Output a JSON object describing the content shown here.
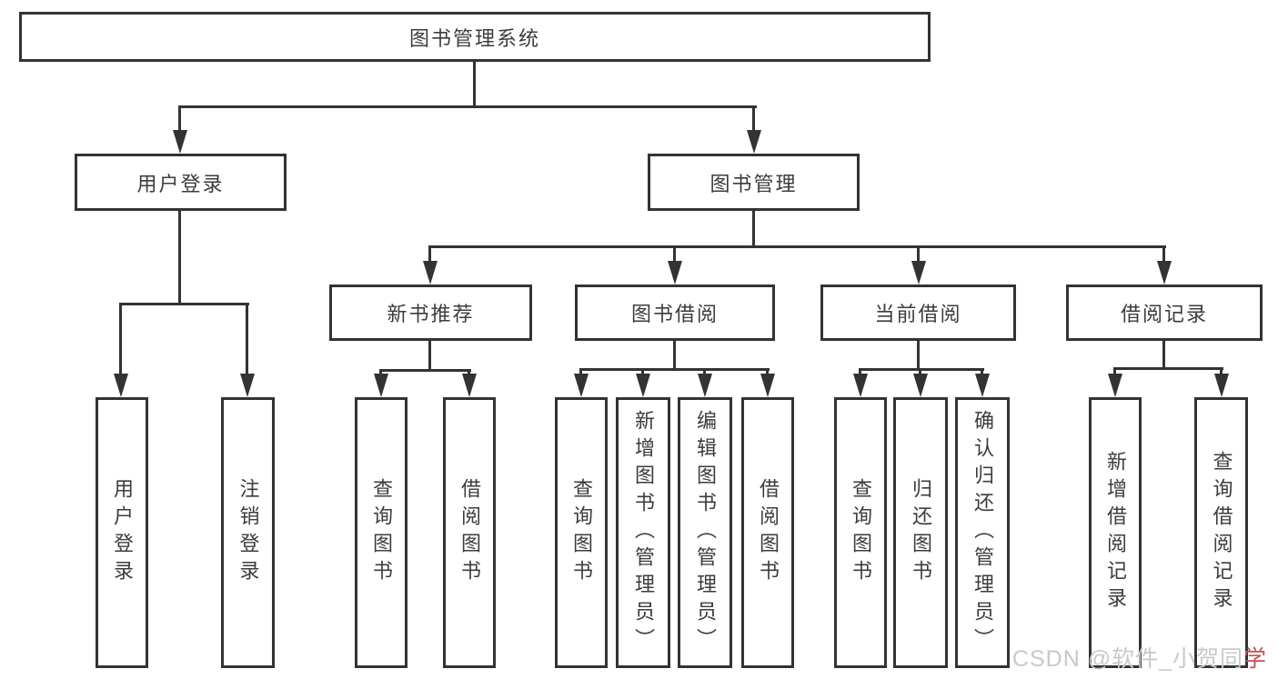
{
  "nodes": {
    "root": {
      "label": "图书管理系统"
    },
    "level1": {
      "user_login": {
        "label": "用户登录"
      },
      "book_mgmt": {
        "label": "图书管理"
      }
    },
    "level2": {
      "new_books": {
        "label": "新书推荐"
      },
      "borrow": {
        "label": "图书借阅"
      },
      "current": {
        "label": "当前借阅"
      },
      "records": {
        "label": "借阅记录"
      }
    },
    "leaves": {
      "login": {
        "label": "用户登录"
      },
      "logout": {
        "label": "注销登录"
      },
      "nb_query": {
        "label": "查询图书"
      },
      "nb_borrow": {
        "label": "借阅图书"
      },
      "bw_query": {
        "label": "查询图书"
      },
      "bw_add": {
        "label": "新增图书（管理员）"
      },
      "bw_edit": {
        "label": "编辑图书（管理员）"
      },
      "bw_borrow": {
        "label": "借阅图书"
      },
      "cur_query": {
        "label": "查询图书"
      },
      "cur_return": {
        "label": "归还图书"
      },
      "cur_confirm": {
        "label": "确认归还（管理员）"
      },
      "rec_add": {
        "label": "新增借阅记录"
      },
      "rec_query": {
        "label": "查询借阅记录"
      }
    }
  },
  "watermark": {
    "gray": "CSDN @软件_小贺同",
    "red": "学"
  },
  "colors": {
    "line": "#333333",
    "text": "#3c3c3c",
    "background": "#ffffff",
    "watermark_gray": "#c9c9c9",
    "watermark_red": "#c75055"
  }
}
